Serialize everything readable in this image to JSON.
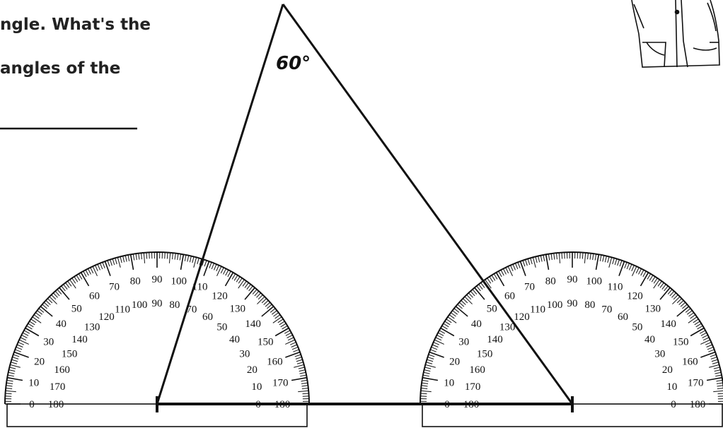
{
  "question": {
    "line1": "ngle. What's the",
    "line2": "angles of the"
  },
  "answer_line": "",
  "triangle": {
    "apex_label": "60°",
    "apex_degrees": 60
  },
  "protractor": {
    "outer_scale": [
      "0",
      "10",
      "20",
      "30",
      "40",
      "50",
      "60",
      "70",
      "80",
      "90",
      "100",
      "110",
      "120",
      "130",
      "140",
      "150",
      "160",
      "170",
      "180"
    ],
    "inner_scale": [
      "180",
      "170",
      "160",
      "150",
      "140",
      "130",
      "120",
      "110",
      "100",
      "90",
      "80",
      "70",
      "60",
      "50",
      "40",
      "30",
      "20",
      "10",
      "0"
    ],
    "count": 2
  },
  "colors": {
    "ink": "#111111",
    "background": "#ffffff"
  },
  "icons": [
    "student-figure-icon"
  ]
}
